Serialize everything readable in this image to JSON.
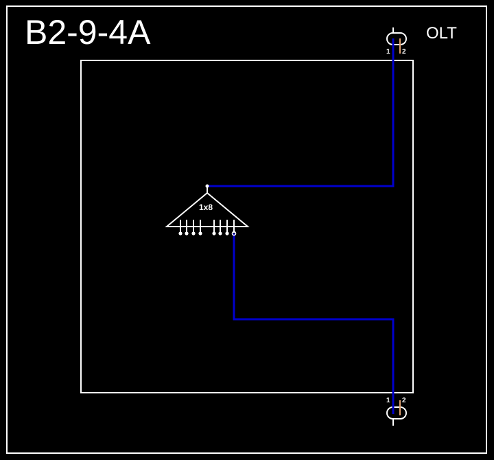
{
  "title": "B2-9-4A",
  "olt_label": "OLT",
  "splitter": {
    "label": "1x8",
    "ports": 8
  },
  "connectors": {
    "top": {
      "port1": "1",
      "port2": "2"
    },
    "bottom": {
      "port1": "1",
      "port2": "2"
    }
  },
  "colors": {
    "background": "#000000",
    "lines": "#ffffff",
    "fiber": "#0000cc",
    "port2_fiber": "#e0a070"
  }
}
